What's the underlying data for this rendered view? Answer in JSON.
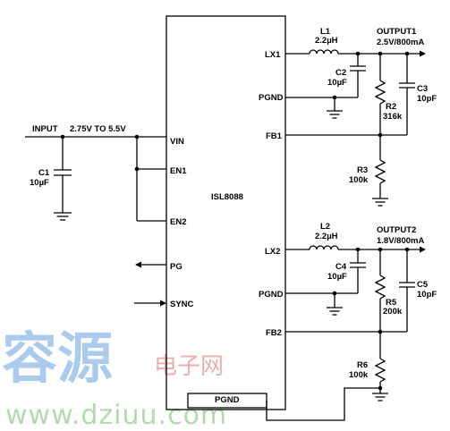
{
  "ic": {
    "name": "ISL8088",
    "pins_left": [
      "VIN",
      "EN1",
      "EN2",
      "PG",
      "SYNC"
    ],
    "pins_right": [
      "LX1",
      "PGND",
      "FB1",
      "LX2",
      "PGND",
      "FB2"
    ],
    "pin_bottom": "PGND"
  },
  "input": {
    "label": "INPUT",
    "range": "2.75V TO 5.5V"
  },
  "outputs": [
    {
      "name": "OUTPUT1",
      "spec": "2.5V/800mA"
    },
    {
      "name": "OUTPUT2",
      "spec": "1.8V/800mA"
    }
  ],
  "components": {
    "C1": {
      "ref": "C1",
      "value": "10µF"
    },
    "L1": {
      "ref": "L1",
      "value": "2.2µH"
    },
    "C2": {
      "ref": "C2",
      "value": "10µF"
    },
    "C3": {
      "ref": "C3",
      "value": "10pF"
    },
    "R2": {
      "ref": "R2",
      "value": "316k"
    },
    "R3": {
      "ref": "R3",
      "value": "100k"
    },
    "L2": {
      "ref": "L2",
      "value": "2.2µH"
    },
    "C4": {
      "ref": "C4",
      "value": "10µF"
    },
    "C5": {
      "ref": "C5",
      "value": "10pF"
    },
    "R5": {
      "ref": "R5",
      "value": "200k"
    },
    "R6": {
      "ref": "R6",
      "value": "100k"
    }
  },
  "watermark": {
    "chinese": "容源",
    "sub": "电子网",
    "url": "www.dziuu.com"
  }
}
